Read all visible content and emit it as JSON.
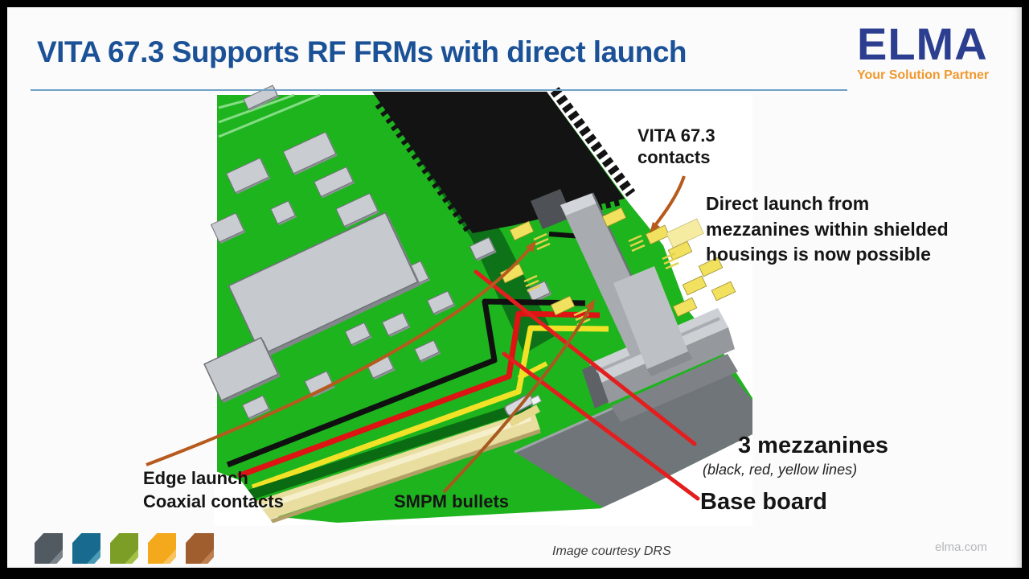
{
  "slide": {
    "title": "VITA 67.3 Supports RF FRMs with direct launch",
    "title_color": "#1b5196",
    "divider_color": "#6fa0c6",
    "background": "#fbfbfb"
  },
  "logo": {
    "name": "ELMA",
    "tagline": "Your Solution Partner",
    "name_color": "#2c3e90",
    "tagline_color": "#f0992f"
  },
  "illustration": {
    "subject": "3D CAD rendering of a VPX plug-in module: green PCB with gray components, black heatsink, VITA 67.3 RF connector housing with yellow contact pads, stacked mezzanine outlines and base board",
    "labels": {
      "vita_contacts": "VITA 67.3\ncontacts",
      "direct_launch": "Direct launch from\nmezzanines within shielded\nhousings is now possible",
      "mezzanines": "3 mezzanines",
      "mezzanines_note": "(black, red, yellow lines)",
      "base_board": "Base board",
      "edge_launch": "Edge launch\nCoaxial contacts",
      "smpm": "SMPM bullets"
    },
    "colors": {
      "board_green": "#1eb41e",
      "board_green_dark": "#0e7318",
      "heatsink_black": "#131313",
      "component_gray": "#c9cdd1",
      "contact_yellow": "#f1e15e",
      "mezzanine_line_black": "#101010",
      "mezzanine_line_red": "#de1313",
      "mezzanine_line_yellow": "#f2e227",
      "base_board_tan": "#e9dda0",
      "annotation_red": "#e31e1e",
      "annotation_arrow_orange": "#b65a1d"
    }
  },
  "footer": {
    "credit": "Image courtesy DRS",
    "website": "elma.com",
    "cubes": [
      {
        "name": "cube-gray",
        "color": "#515a61",
        "facet": "#7a838a"
      },
      {
        "name": "cube-teal",
        "color": "#186b8e",
        "facet": "#4a9bb5"
      },
      {
        "name": "cube-green",
        "color": "#7c9e27",
        "facet": "#a2c146"
      },
      {
        "name": "cube-amber",
        "color": "#f4a81c",
        "facet": "#f8c35c"
      },
      {
        "name": "cube-brown",
        "color": "#a05e2e",
        "facet": "#be8050"
      }
    ]
  }
}
